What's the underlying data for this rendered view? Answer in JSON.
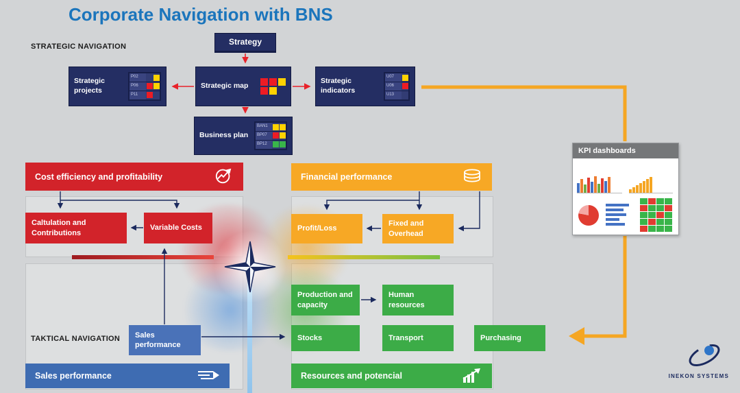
{
  "title": "Corporate Navigation with BNS",
  "section_labels": {
    "strategic": "STRATEGIC NAVIGATION",
    "tactical": "TAKTICAL NAVIGATION"
  },
  "strategy": {
    "label": "Strategy"
  },
  "strategic_projects": {
    "label": "Strategic projects",
    "rows": [
      {
        "code": "P02",
        "squares": [
          "none",
          "yellow"
        ]
      },
      {
        "code": "P06",
        "squares": [
          "red",
          "yellow"
        ]
      },
      {
        "code": "P11",
        "squares": [
          "red",
          "none"
        ]
      }
    ]
  },
  "strategic_map": {
    "label": "Strategic map",
    "grid": [
      [
        "red",
        "red",
        "yellow"
      ],
      [
        "red",
        "yellow",
        "none"
      ]
    ]
  },
  "strategic_indicators": {
    "label": "Strategic indicators",
    "rows": [
      {
        "code": "U07",
        "squares": [
          "yellow"
        ]
      },
      {
        "code": "U06",
        "squares": [
          "red"
        ]
      },
      {
        "code": "U13",
        "squares": [
          "none"
        ]
      }
    ]
  },
  "business_plan": {
    "label": "Business plan",
    "rows": [
      {
        "code": "BAN1",
        "squares": [
          "yellow",
          "yellow"
        ]
      },
      {
        "code": "BP07",
        "squares": [
          "red",
          "yellow"
        ]
      },
      {
        "code": "BP12",
        "squares": [
          "green",
          "green"
        ]
      }
    ]
  },
  "banners": {
    "cost": "Cost efficiency and profitability",
    "financial": "Financial performance",
    "sales": "Sales performance",
    "resources": "Resources and potencial"
  },
  "boxes": {
    "calculation": "Caltulation and Contributions",
    "variable_costs": "Variable Costs",
    "profit_loss": "Profit/Loss",
    "fixed_overhead": "Fixed and Overhead",
    "production": "Production and capacity",
    "human_resources": "Human resources",
    "stocks": "Stocks",
    "transport": "Transport",
    "purchasing": "Purchasing",
    "sales_performance": "Sales performance"
  },
  "kpi": {
    "title": "KPI dashboards",
    "chart1_bars": [
      14,
      20,
      12,
      22,
      16,
      24,
      13,
      21,
      17,
      23
    ],
    "chart1_colors": [
      "#4472C4",
      "#ED7D31",
      "#70AD47",
      "#E03C31"
    ],
    "chart2_bars": [
      5,
      8,
      11,
      14,
      17,
      20,
      23
    ],
    "chart2_color": "#F5A623",
    "hbars": [
      34,
      26,
      30,
      20,
      28
    ],
    "heatmap": [
      [
        "green",
        "red",
        "green",
        "green"
      ],
      [
        "red",
        "green",
        "green",
        "red"
      ],
      [
        "green",
        "green",
        "red",
        "green"
      ],
      [
        "green",
        "red",
        "green",
        "green"
      ],
      [
        "red",
        "green",
        "green",
        "green"
      ]
    ]
  },
  "logo": {
    "text": "INEKON SYSTEMS"
  },
  "colors": {
    "title_blue": "#1B75BC",
    "navy_box": "#242E63",
    "red": "#D2232A",
    "orange": "#F7A825",
    "green": "#3CAC47",
    "light_blue_box": "#4A72B8",
    "banner_blue": "#3E6CB2",
    "kpi_arrow": "#F5A623",
    "square_red": "#ED1C24",
    "square_yellow": "#FFD200",
    "square_green": "#39B54A"
  }
}
